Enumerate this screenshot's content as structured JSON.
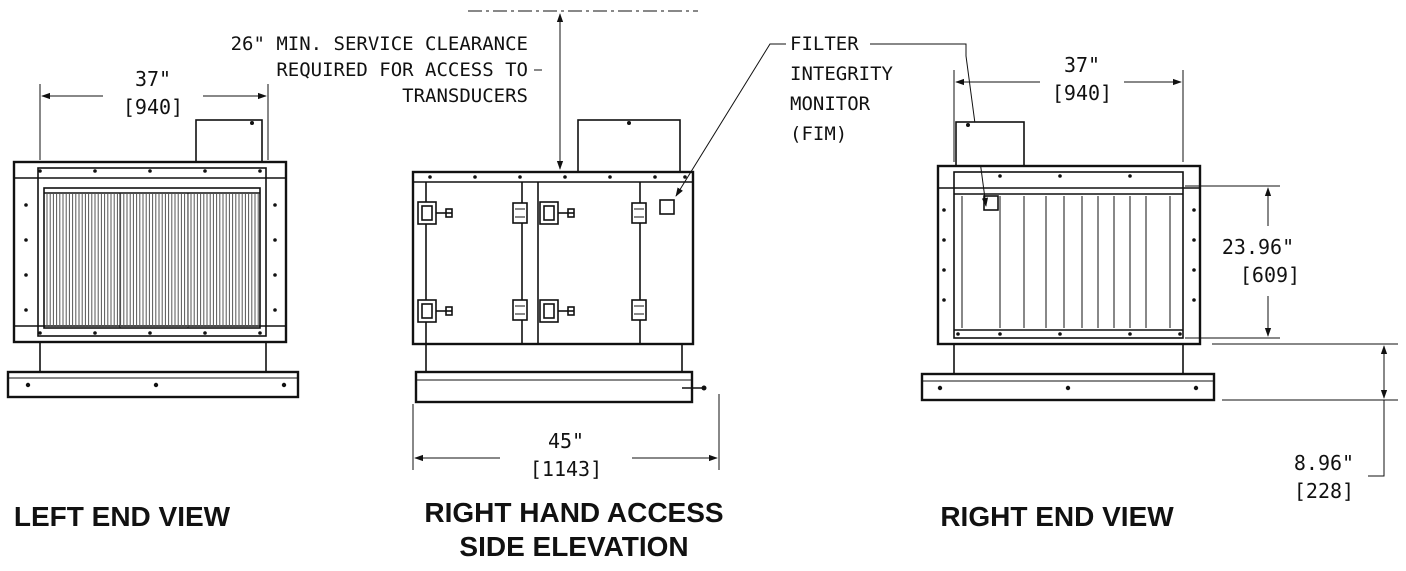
{
  "views": {
    "left_end": {
      "title": "LEFT END VIEW",
      "width_in": "37\"",
      "width_mm": "[940]"
    },
    "side": {
      "title_line1": "RIGHT HAND ACCESS",
      "title_line2": "SIDE ELEVATION",
      "width_in": "45\"",
      "width_mm": "[1143]",
      "clearance_line1": "26\" MIN. SERVICE CLEARANCE",
      "clearance_line2": "REQUIRED FOR ACCESS TO",
      "clearance_line3": "TRANSDUCERS"
    },
    "right_end": {
      "title": "RIGHT END VIEW",
      "width_in": "37\"",
      "width_mm": "[940]",
      "height_in": "23.96\"",
      "height_mm": "[609]",
      "base_in": "8.96\"",
      "base_mm": "[228]"
    }
  },
  "callout": {
    "line1": "FILTER",
    "line2": "INTEGRITY",
    "line3": "MONITOR",
    "line4": "(FIM)"
  }
}
